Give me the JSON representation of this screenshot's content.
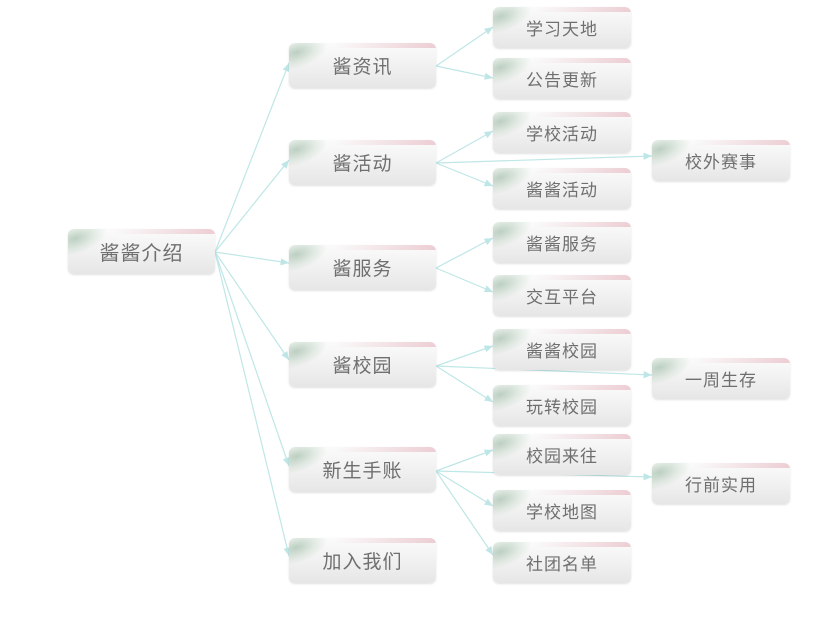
{
  "colors": {
    "connector": "#bfe6e6",
    "node_text": "#6f6f6f"
  },
  "root": {
    "label": "酱酱介绍"
  },
  "sections": [
    {
      "label": "酱资讯",
      "children": [
        {
          "label": "学习天地"
        },
        {
          "label": "公告更新"
        }
      ]
    },
    {
      "label": "酱活动",
      "children": [
        {
          "label": "学校活动"
        },
        {
          "label": "酱酱活动"
        }
      ],
      "extra": {
        "label": "校外赛事"
      }
    },
    {
      "label": "酱服务",
      "children": [
        {
          "label": "酱酱服务"
        },
        {
          "label": "交互平台"
        }
      ]
    },
    {
      "label": "酱校园",
      "children": [
        {
          "label": "酱酱校园"
        },
        {
          "label": "玩转校园"
        }
      ],
      "extra": {
        "label": "一周生存"
      }
    },
    {
      "label": "新生手账",
      "children": [
        {
          "label": "校园来往"
        },
        {
          "label": "学校地图"
        },
        {
          "label": "社团名单"
        }
      ],
      "extra": {
        "label": "行前实用"
      }
    },
    {
      "label": "加入我们",
      "children": []
    }
  ]
}
